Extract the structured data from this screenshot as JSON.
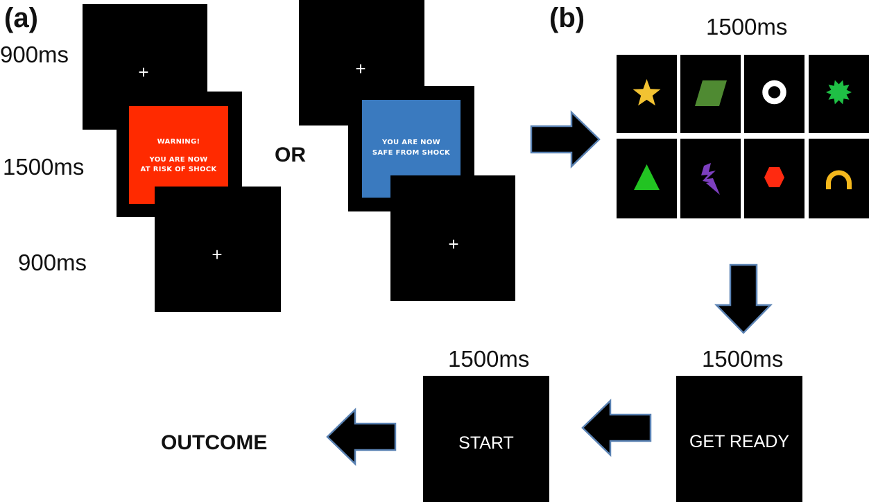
{
  "panel_a": {
    "label": "(a)",
    "timings": [
      "900ms",
      "1500ms",
      "900ms"
    ],
    "fixation": "+",
    "threat_cue": {
      "line1": "WARNING!",
      "line2": "YOU ARE NOW",
      "line3": "AT RISK OF SHOCK",
      "color": "#ff2a00"
    },
    "or_label": "OR",
    "safe_cue": {
      "line1": "YOU ARE NOW",
      "line2": "SAFE FROM SHOCK",
      "color": "#3a7abf"
    }
  },
  "panel_b": {
    "label": "(b)",
    "grid_timing": "1500ms",
    "shapes": [
      {
        "name": "star",
        "color": "#f2c232"
      },
      {
        "name": "parallelogram",
        "color": "#4f8a32"
      },
      {
        "name": "ring",
        "color": "#ffffff"
      },
      {
        "name": "starburst",
        "color": "#1fbf45"
      },
      {
        "name": "triangle",
        "color": "#22c322"
      },
      {
        "name": "lightning",
        "color": "#7d3fbf"
      },
      {
        "name": "hexagon",
        "color": "#ff2a10"
      },
      {
        "name": "arch",
        "color": "#f5b81c"
      }
    ],
    "get_ready_timing": "1500ms",
    "get_ready_text": "GET READY",
    "start_timing": "1500ms",
    "start_text": "START",
    "outcome_label": "OUTCOME"
  },
  "arrow_style": {
    "fill": "#000000",
    "stroke": "#5a82b3"
  }
}
